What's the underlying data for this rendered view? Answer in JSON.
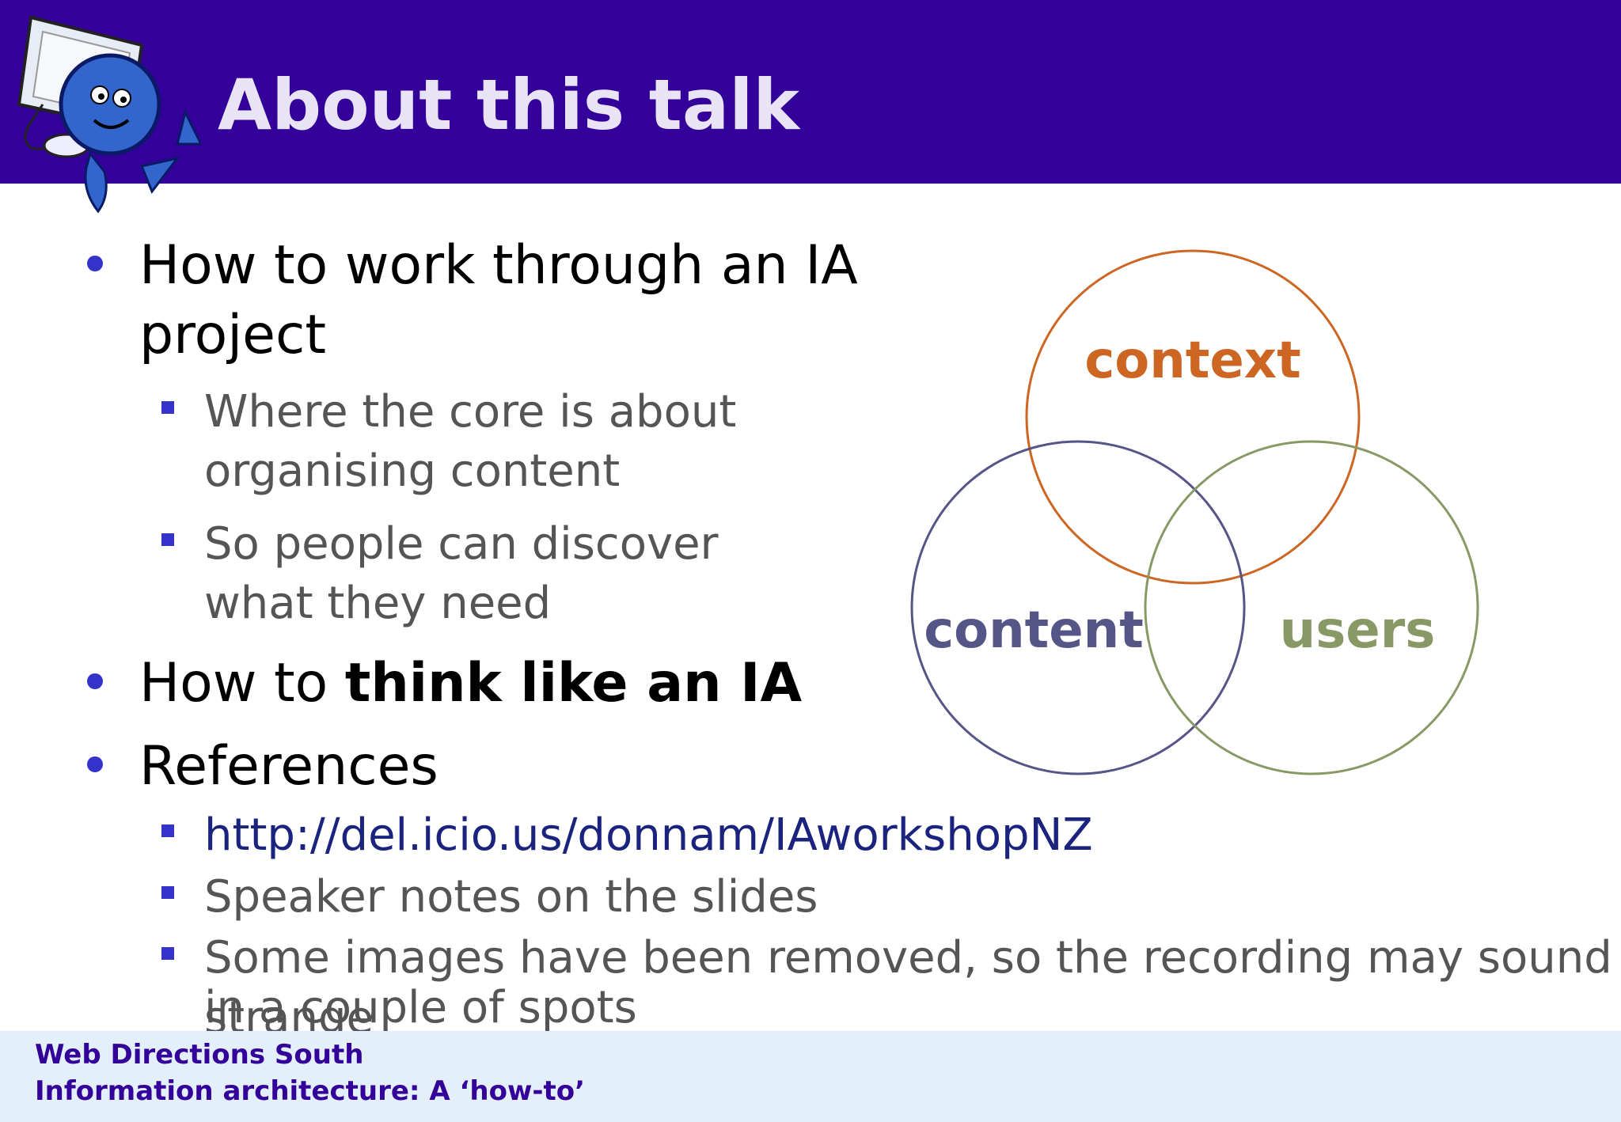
{
  "slide": {
    "title": "About this talk",
    "bullets": {
      "b1_line1": "How to work through an IA",
      "b1_line2": "project",
      "s1_line1": "Where the core is about",
      "s1_line2": "organising content",
      "s2_line1": "So people can discover",
      "s2_line2": "what they need",
      "b2_prefix": "How to ",
      "b2_strong": "think like an IA",
      "b3": "References",
      "ref_link": "http://del.icio.us/donnam/IAworkshopNZ",
      "ref_notes": "Speaker notes on the slides",
      "ref_images_line1": "Some images have been removed, so the recording may sound strange",
      "ref_images_line2": "in a couple of spots"
    },
    "venn": {
      "top_label": "context",
      "left_label": "content",
      "right_label": "users",
      "colors": {
        "context": "#cc6622",
        "content": "#555588",
        "users": "#889966"
      }
    },
    "footer": {
      "line1": "Web Directions South",
      "line2": "Information architecture: A ‘how-to’"
    },
    "colors": {
      "header_bg": "#330099",
      "bullet": "#3333cc",
      "footer_bg": "#e3f0fb"
    }
  }
}
